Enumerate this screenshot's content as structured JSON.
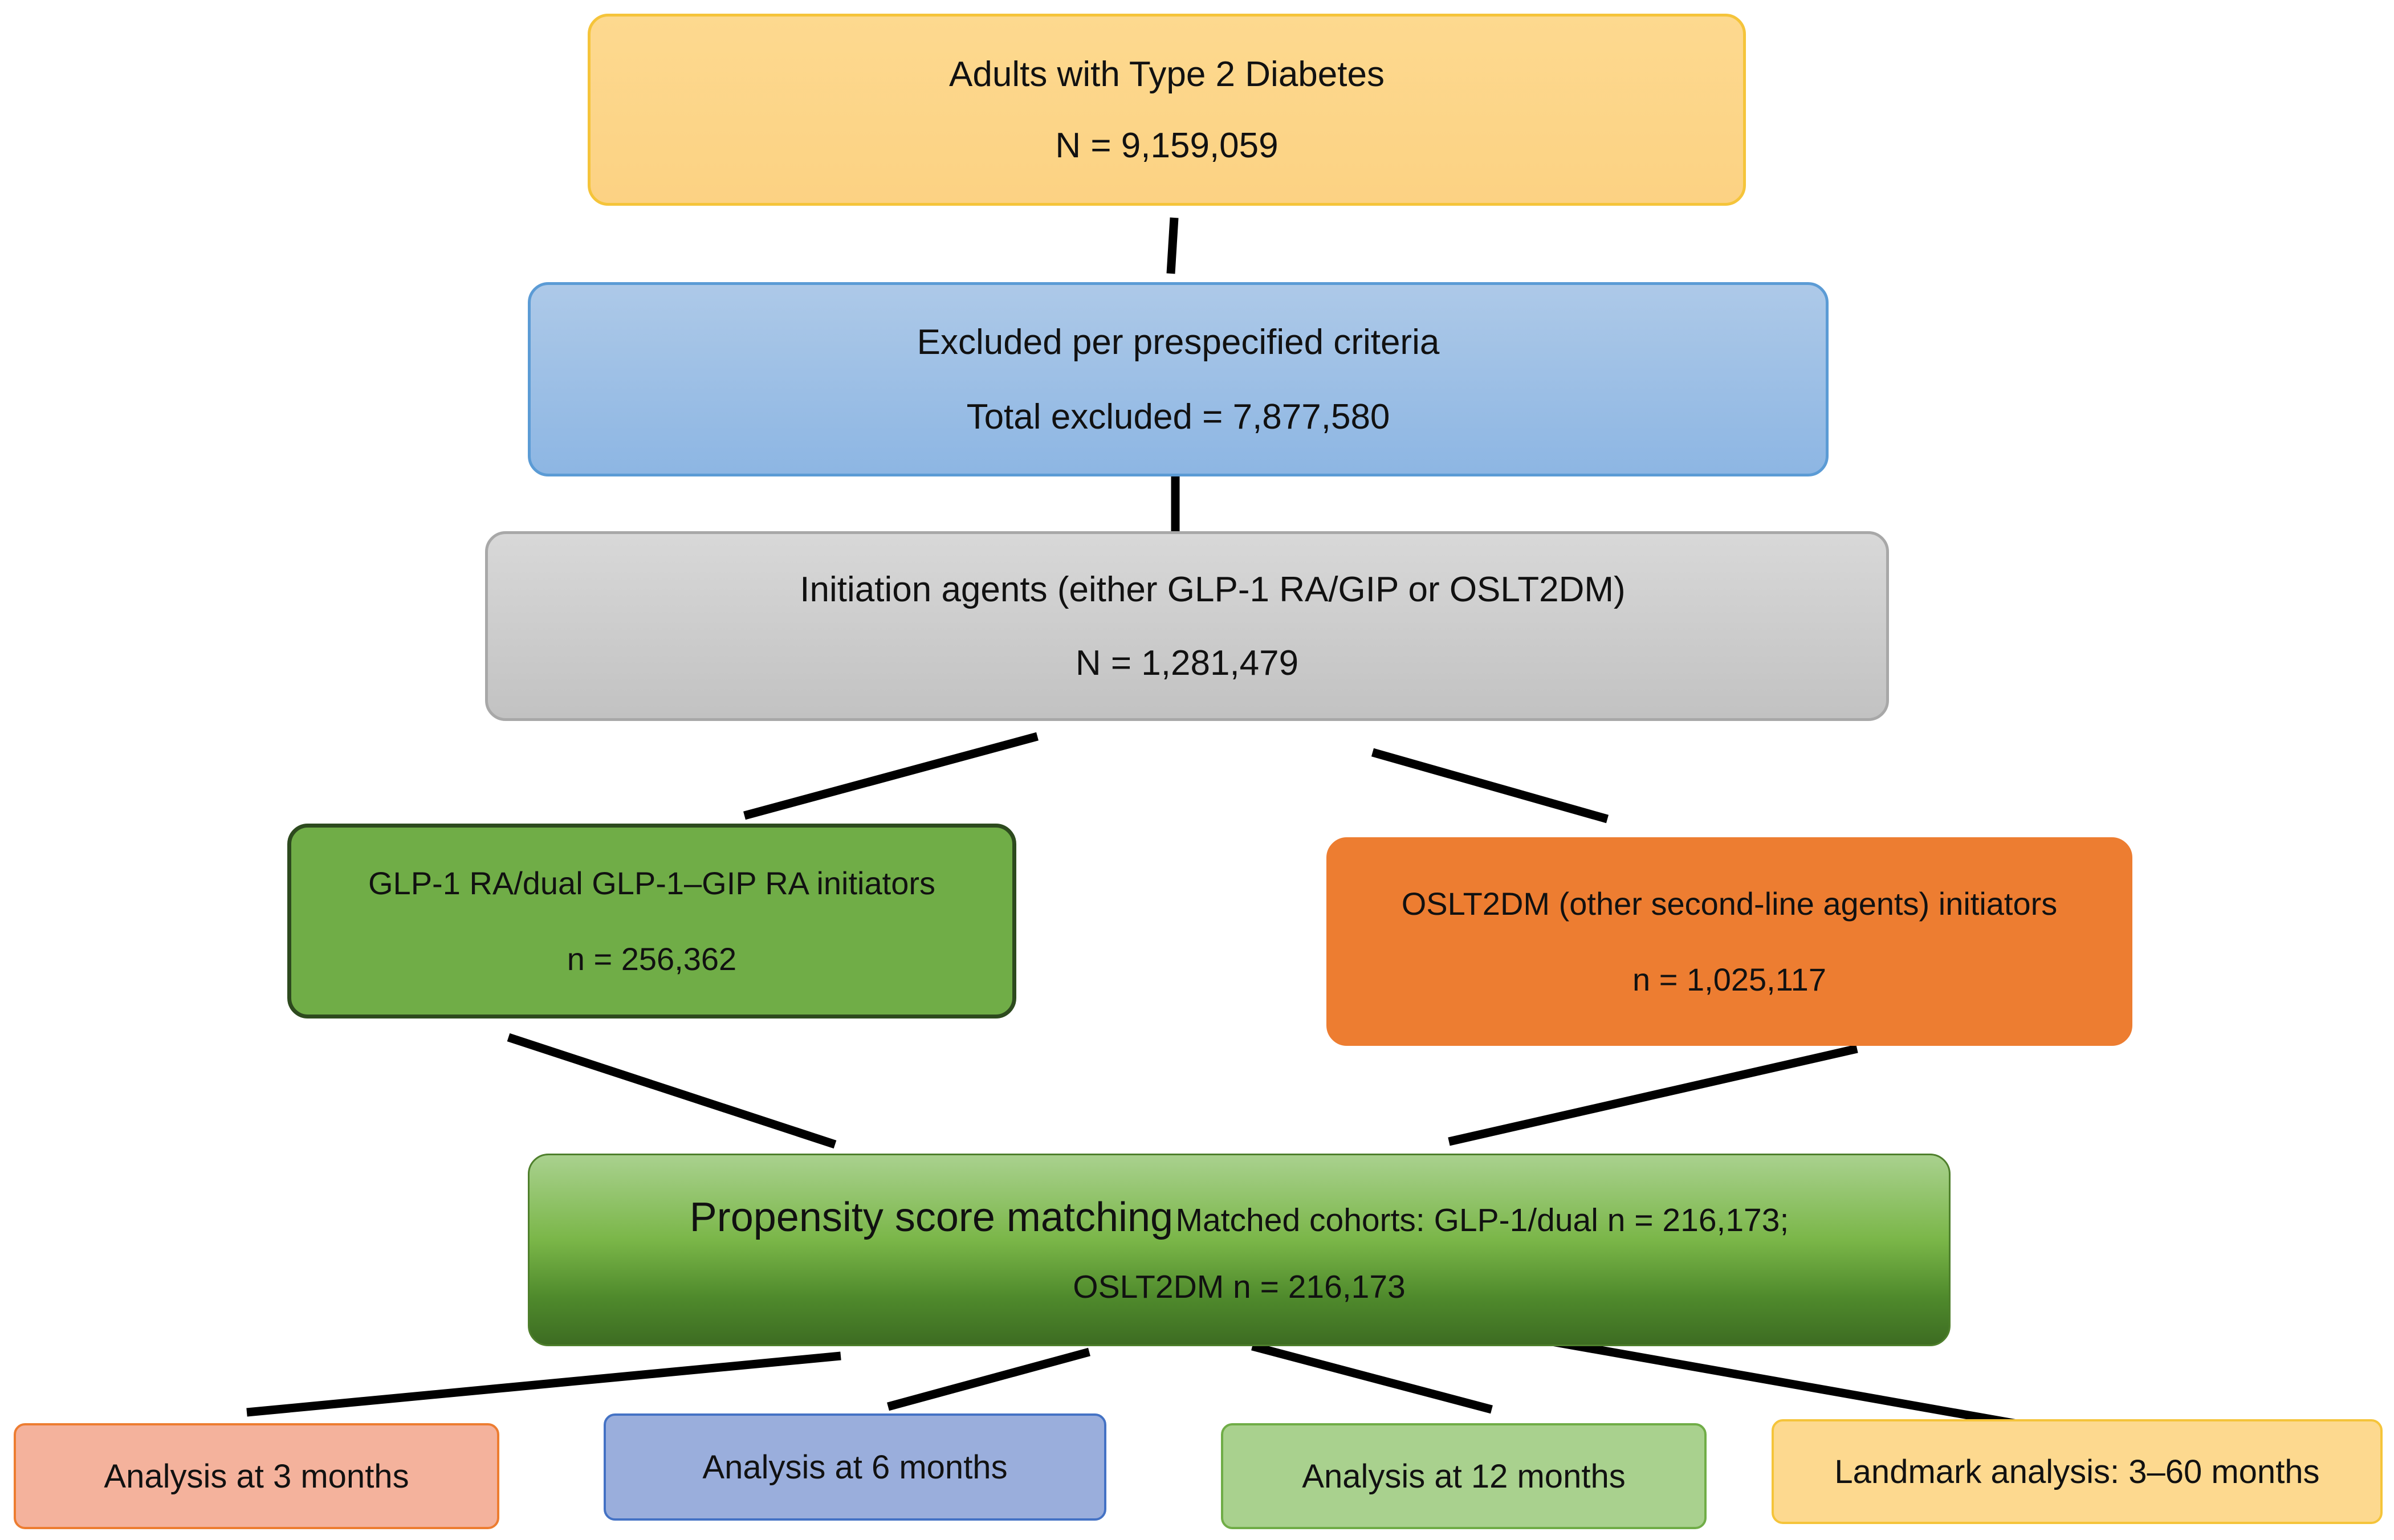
{
  "flowchart": {
    "population": {
      "title": "Adults with Type 2 Diabetes",
      "count": "N = 9,159,059"
    },
    "excluded": {
      "title": "Excluded per prespecified criteria",
      "count": "Total excluded = 7,877,580"
    },
    "initiation": {
      "title": "Initiation agents (either GLP-1 RA/GIP or OSLT2DM)",
      "count": "N = 1,281,479"
    },
    "glp1_initiators": {
      "title": "GLP-1 RA/dual GLP-1–GIP RA initiators",
      "count": "n = 256,362"
    },
    "oslt2dm_initiators": {
      "title": "OSLT2DM (other second-line agents) initiators",
      "count": "n = 1,025,117"
    },
    "propensity": {
      "title": "Propensity score matching",
      "detail": "Matched cohorts: GLP-1/dual n = 216,173;",
      "detail2": "OSLT2DM n = 216,173"
    },
    "analyses": {
      "three_months": "Analysis at 3 months",
      "six_months": "Analysis at 6 months",
      "twelve_months": "Analysis at 12 months",
      "landmark": "Landmark analysis: 3–60 months"
    }
  },
  "colors": {
    "population_fill": "#fdd98f",
    "excluded_fill": "#9dc3e6",
    "initiation_fill": "#cccccc",
    "glp1_fill": "#70ad47",
    "oslt2dm_fill": "#ed7d31",
    "propensity_fill": "#70ad47",
    "connector": "#000000"
  }
}
